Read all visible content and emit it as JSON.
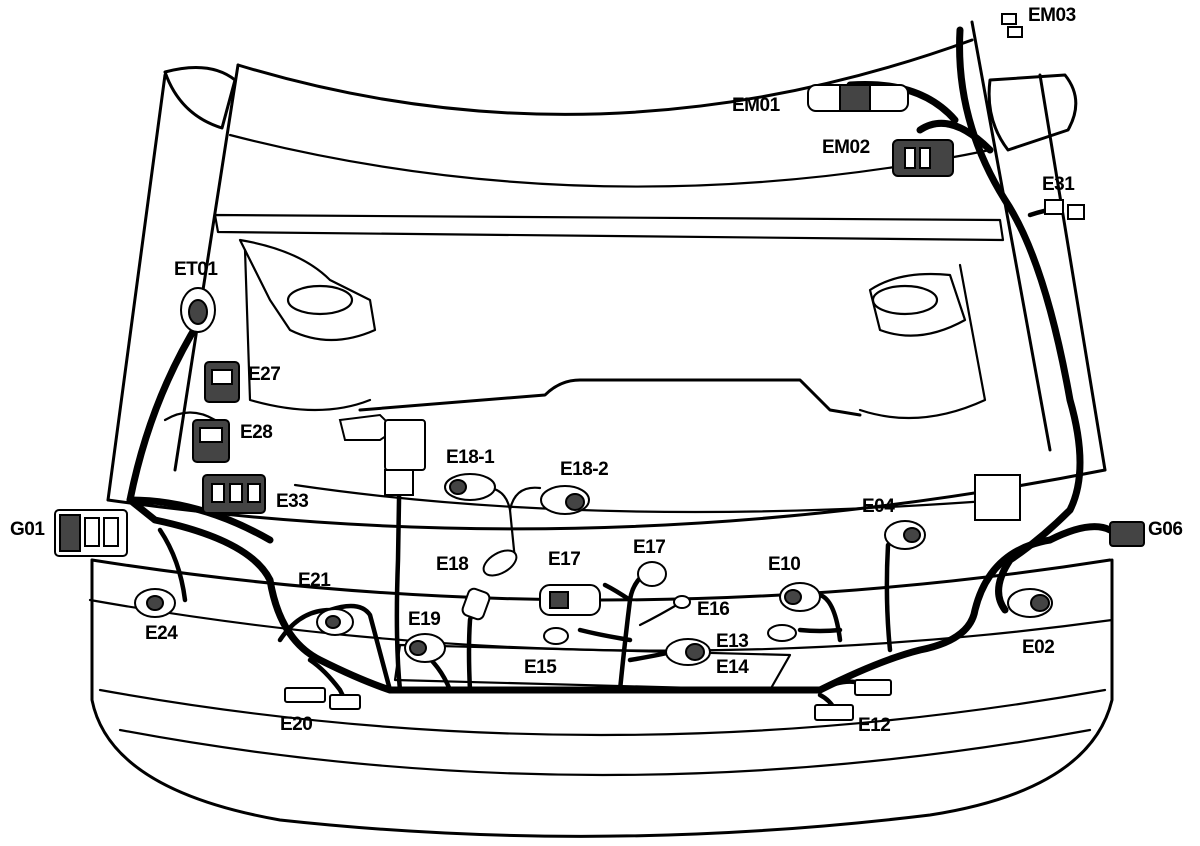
{
  "labels": {
    "em03": "EM03",
    "em01": "EM01",
    "em02": "EM02",
    "e31": "E31",
    "et01": "ET01",
    "e27": "E27",
    "e28": "E28",
    "e33": "E33",
    "g01": "G01",
    "g06": "G06",
    "e24": "E24",
    "e21": "E21",
    "e20": "E20",
    "e18_1": "E18-1",
    "e18_2": "E18-2",
    "e18": "E18",
    "e19": "E19",
    "e17a": "E17",
    "e17b": "E17",
    "e16": "E16",
    "e15": "E15",
    "e13": "E13",
    "e14": "E14",
    "e10": "E10",
    "e12": "E12",
    "e04": "E04",
    "e02": "E02"
  }
}
